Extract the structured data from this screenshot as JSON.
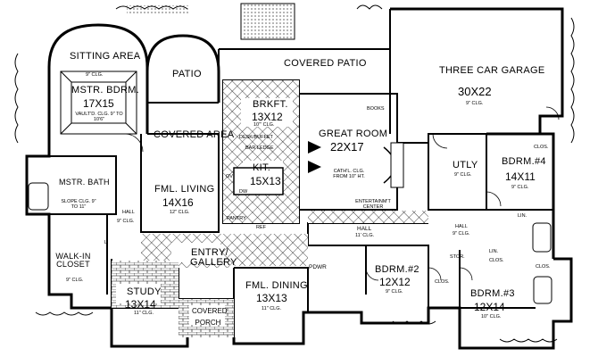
{
  "rooms": {
    "sitting_area": {
      "name": "SITTING AREA",
      "note": "9\" CLG."
    },
    "patio": {
      "name": "PATIO"
    },
    "covered_patio": {
      "name": "COVERED PATIO"
    },
    "garage": {
      "name": "THREE CAR GARAGE",
      "dims": "30X22",
      "note": "9\" CLG."
    },
    "master_bedroom": {
      "name": "MSTR. BDRM.",
      "dims": "17X15",
      "note": "VAULT'D. CLG. 9\" TO 10'6\""
    },
    "covered_area": {
      "name": "COVERED AREA"
    },
    "breakfast": {
      "name": "BRKFT.",
      "dims": "13X12",
      "note": "10'\" CLG."
    },
    "great_room": {
      "name": "GREAT ROOM",
      "dims": "22X17",
      "note": "CATH'L. CLG. FROM 10\" HT."
    },
    "books": {
      "name": "BOOKS"
    },
    "master_bath": {
      "name": "MSTR. BATH",
      "note": "SLOPE CLG. 9\" TO 11\""
    },
    "family_living": {
      "name": "FML. LIVING",
      "dims": "14X16",
      "note": "12\" CLG."
    },
    "kitchen": {
      "name": "KIT.",
      "dims": "15X13"
    },
    "utility": {
      "name": "UTLY",
      "note": "9\" CLG."
    },
    "bedroom4": {
      "name": "BDRM.#4",
      "dims": "14X11",
      "note": "9\" CLG."
    },
    "walk_in_closet": {
      "name": "WALK-IN CLOSET",
      "note": "9\" CLG."
    },
    "entry_gallery": {
      "name": "ENTRY/ GALLERY"
    },
    "family_dining": {
      "name": "FML. DINING",
      "dims": "13X13",
      "note": "11\" CLG."
    },
    "powder": {
      "name": "PDWR"
    },
    "bedroom2": {
      "name": "BDRM.#2",
      "dims": "12X12",
      "note": "9\" CLG."
    },
    "bedroom3": {
      "name": "BDRM.#3",
      "dims": "12X14",
      "note": "10\" CLG."
    },
    "study": {
      "name": "STUDY",
      "dims": "13X14",
      "note": "11\" CLG."
    },
    "porch": {
      "name": "COVERED PORCH"
    }
  },
  "small_labels": {
    "hall_main": "HALL",
    "hall_main_note": "11' CLG.",
    "hall_left": "HALL",
    "hall_right": "HALL",
    "hall_right_note": "9\" CLG.",
    "entertainment": "ENTERTAINM'T CENTER",
    "desk": "DESK/BUFFET",
    "bar": "BAR LEDGE",
    "pantry": "PANTRY",
    "ref": "REF",
    "dw": "DW",
    "ov": "OV",
    "clos_1": "CLOS.",
    "clos_2": "CLOS.",
    "clos_3": "CLOS.",
    "clos_4": "CLOS.",
    "lin_1": "LIN.",
    "lin_2": "LIN.",
    "stor": "STOR.",
    "wic_l": "L",
    "pclg": "9\" CLG."
  },
  "colors": {
    "line": "#000000",
    "background": "#ffffff",
    "hatch": "#000000"
  }
}
